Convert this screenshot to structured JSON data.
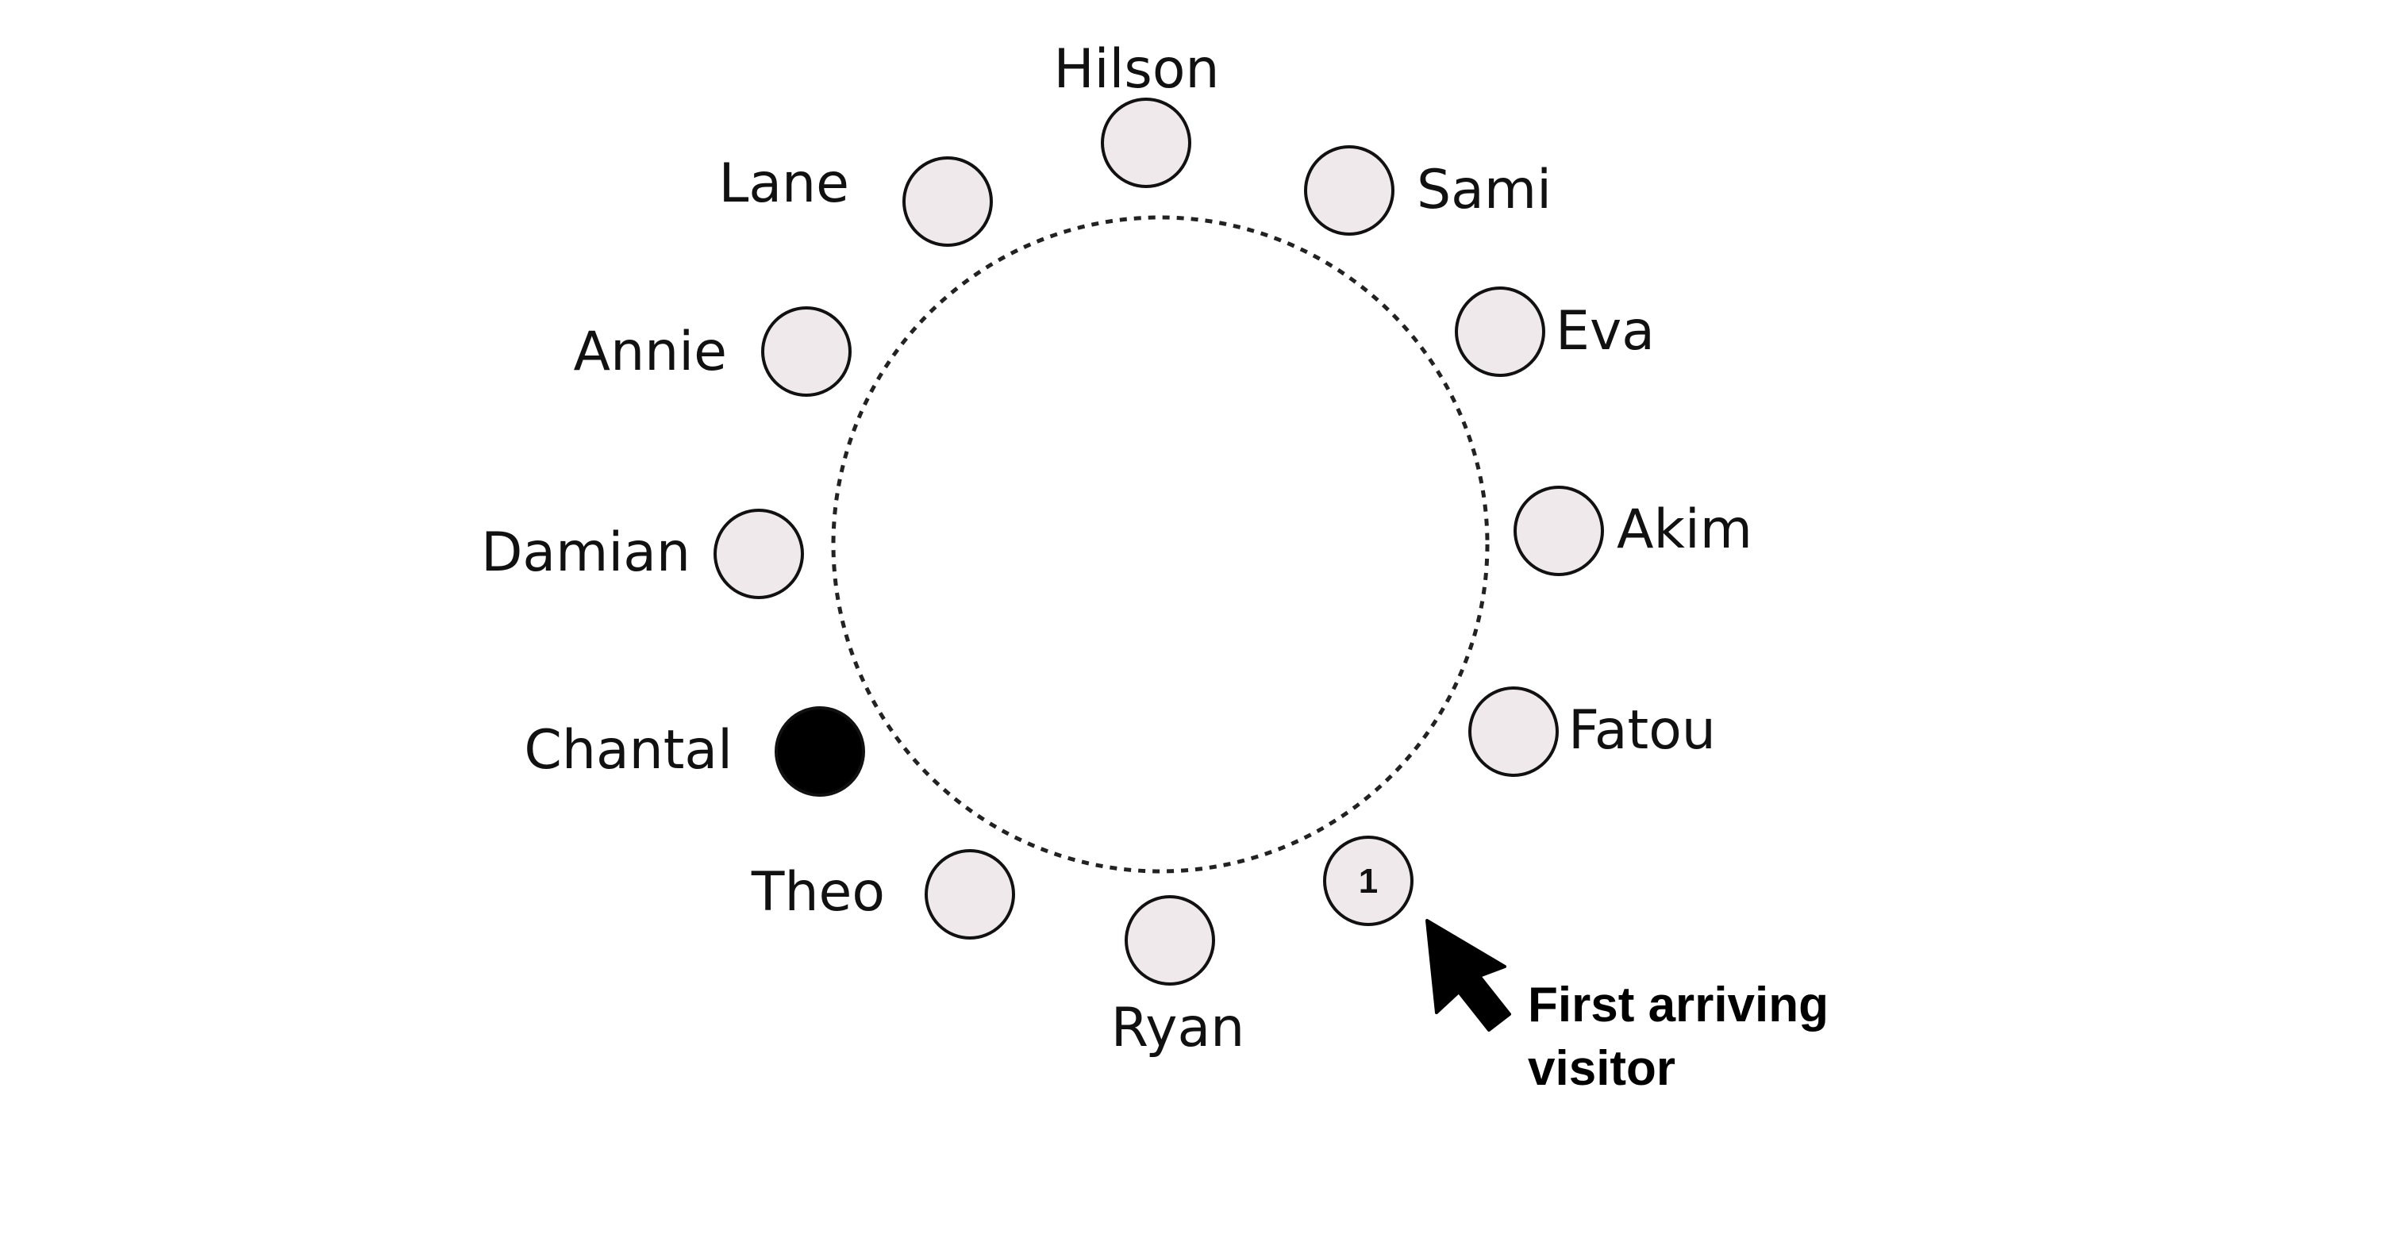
{
  "colors": {
    "seat_fill": "#efe9eb",
    "seat_stroke": "#111111",
    "occupied_fill": "#000000",
    "ring_stroke": "#222222"
  },
  "seats": [
    {
      "name": "Hilson",
      "marker": "",
      "occupied": false
    },
    {
      "name": "Sami",
      "marker": "",
      "occupied": false
    },
    {
      "name": "Eva",
      "marker": "",
      "occupied": false
    },
    {
      "name": "Akim",
      "marker": "",
      "occupied": false
    },
    {
      "name": "Fatou",
      "marker": "",
      "occupied": false
    },
    {
      "name": "",
      "marker": "1",
      "occupied": false
    },
    {
      "name": "Ryan",
      "marker": "",
      "occupied": false
    },
    {
      "name": "Theo",
      "marker": "",
      "occupied": false
    },
    {
      "name": "Chantal",
      "marker": "",
      "occupied": true
    },
    {
      "name": "Damian",
      "marker": "",
      "occupied": false
    },
    {
      "name": "Annie",
      "marker": "",
      "occupied": false
    },
    {
      "name": "Lane",
      "marker": "",
      "occupied": false
    }
  ],
  "annotation": {
    "line1": "First arriving",
    "line2": "visitor",
    "icon": "arrow-cursor-icon"
  }
}
